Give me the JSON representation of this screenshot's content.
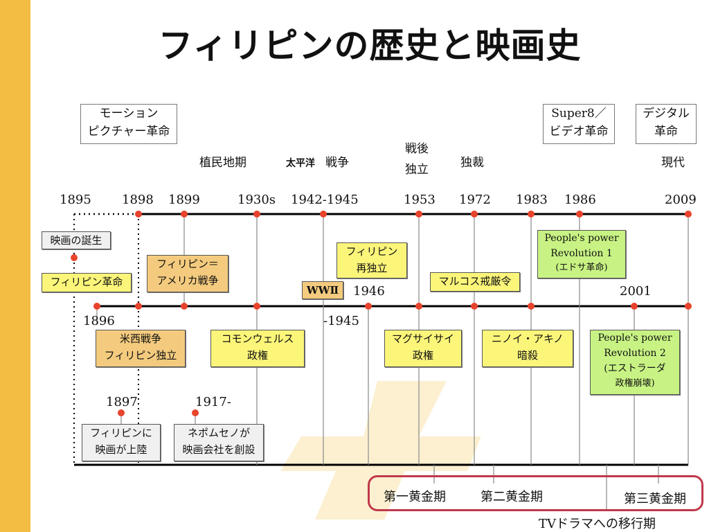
{
  "title": "フィリピンの歴史と映画史",
  "top_boxes": {
    "motion_picture": [
      "モーション",
      "ピクチャー革命"
    ],
    "super8": [
      "Super8／",
      "ビデオ革命"
    ],
    "digital": [
      "デジタル",
      "革命"
    ]
  },
  "era_labels": {
    "colonial": "植民地期",
    "pacific_war_a": "太平洋",
    "pacific_war_b": "戦争",
    "postwar_a": "戦後",
    "postwar_b": "独立",
    "dictatorship": "独裁",
    "modern": "現代"
  },
  "years_top": {
    "y1895": "1895",
    "y1898": "1898",
    "y1899": "1899",
    "y1930s": "1930s",
    "y1942": "1942-1945",
    "y1953": "1953",
    "y1972": "1972",
    "y1983": "1983",
    "y1986": "1986",
    "y2009": "2009"
  },
  "years_mid": {
    "y1896": "1896",
    "y1945": "-1945",
    "y1946": "1946",
    "y2001": "2001",
    "y1897": "1897",
    "y1917": "1917-"
  },
  "events": {
    "film_birth": "映画の誕生",
    "revolution": "フィリピン革命",
    "phil_am_war": [
      "フィリピン＝",
      "アメリカ戦争"
    ],
    "wwii": "WWⅡ",
    "reindependence": [
      "フィリピン",
      "再独立"
    ],
    "martial_law": "マルコス戒厳令",
    "peoples_power_1": [
      "People's power",
      "Revolution 1",
      "(エドサ革命)"
    ],
    "spanish_am_war": [
      "米西戦争",
      "フィリピン独立"
    ],
    "commonwealth": [
      "コモンウェルス",
      "政権"
    ],
    "magsaysay": [
      "マグサイサイ",
      "政権"
    ],
    "ninoy": [
      "ニノイ・アキノ",
      "暗殺"
    ],
    "peoples_power_2": [
      "People's power",
      "Revolution 2",
      "(エストラーダ",
      "政権崩壊)"
    ],
    "film_arrival": [
      "フィリピンに",
      "映画が上陸"
    ],
    "nepomuceno": [
      "ネポムセノが",
      "映画会社を創設"
    ]
  },
  "periods": {
    "golden1": "第一黄金期",
    "golden2": "第二黄金期",
    "golden3": "第三黄金期",
    "tv_transition": "TVドラマへの移行期"
  },
  "colors": {
    "sidebar": "#f2bd42",
    "dot": "#e8432c",
    "yellow_box": "#fbf57a",
    "orange_box": "#f4cb7e",
    "green_box": "#c8f384",
    "highlight": "#c0384a"
  }
}
